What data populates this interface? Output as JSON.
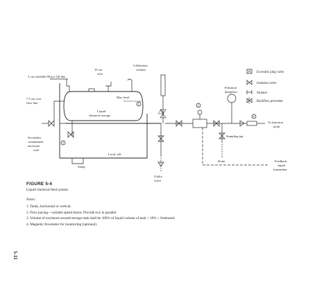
{
  "labels": {
    "fill_line": "5 cm schedule 80 pvc fill line",
    "vent": "10 cm vent",
    "vent_line1": "10 cm",
    "vent_line2": "vent",
    "calibration_line1": "Calibration",
    "calibration_line2": "column",
    "max_level": "Max level",
    "tank_line1": "Liquid",
    "tank_line2": "chemical storage",
    "overflow_line1": "7.5 cm over",
    "overflow_line2": "flow line",
    "secondary_line1": "Secondary",
    "secondary_line2": "containment",
    "secondary_line3": "enclosure",
    "secondary_line4": "wall",
    "sump": "Sump",
    "local_cell": "Local cell",
    "utility_line1": "Utility",
    "utility_line2": "water",
    "pulsation_line1": "Pulsation",
    "pulsation_line2": "dampener",
    "sampling_tap": "Sampling tap",
    "drain": "Drain",
    "injection_line1": "To injection",
    "injection_line2": "point",
    "feedback_line1": "Feedback",
    "feedback_line2": "signal",
    "feedback_line3": "transmitter",
    "callout_1": "1",
    "callout_2": "2",
    "callout_3": "3",
    "callout_4": "4"
  },
  "legend": {
    "eccentric": "Eccentric plug valve",
    "isolation": "Isolation valve",
    "strainer": "Strainer",
    "backflow": "Backflow preventer"
  },
  "figure": {
    "title": "FIGURE 5-4",
    "caption": "Liquid chemical feed system.",
    "notes_heading": "Notes:",
    "notes": [
      "1.  Tanks, horizontal or vertical.",
      "2.  Flow pacing—variable speed motor. Provide two in parallel.",
      "3.  Volume of enclosure around storage tank shall be 100% of liquid volume of tank + 10% + freeboard.",
      "4.  Magnetic flowmeter for monitoring (optional)."
    ]
  },
  "page_number": "5-11"
}
